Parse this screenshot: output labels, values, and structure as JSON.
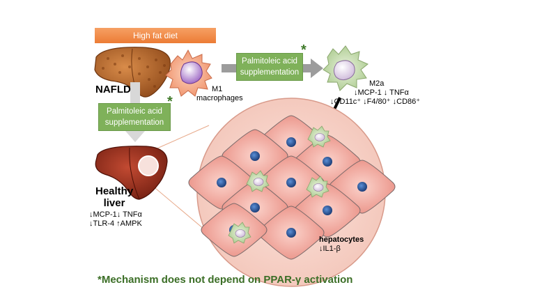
{
  "high_fat_diet": "High fat diet",
  "nafld": "NAFLD",
  "m1": {
    "line1": "M1",
    "line2": "macrophages"
  },
  "supp_top": {
    "line1": "Palmitoleic acid",
    "line2": "supplementation",
    "star": "*"
  },
  "supp_left": {
    "line1": "Palmitoleic acid",
    "line2": "supplementation",
    "star": "*"
  },
  "m2a": {
    "title": "M2a",
    "line1": "↓MCP-1 ↓ TNFα",
    "line2": "↓CD11c⁺ ↓F4/80⁺ ↓CD86⁺"
  },
  "healthy_liver": {
    "line1": "Healthy",
    "line2": "liver",
    "marker1": "↓MCP-1↓ TNFα",
    "marker2": "↓TLR-4 ↑AMPK"
  },
  "hepatocytes": {
    "label": "hepatocytes",
    "marker": "↓IL1-β"
  },
  "footer": "*Mechanism does not depend on PPAR-γ activation",
  "colors": {
    "accent_orange": "#ec7c35",
    "box_green": "#7fb15a",
    "footer_green": "#3b6e26",
    "liver_brown": "#b86a2e",
    "healthy_red": "#9b2e1c",
    "hepatocyte_pink": "#f3b5ad",
    "nucleus_blue": "#2c5fa8"
  }
}
